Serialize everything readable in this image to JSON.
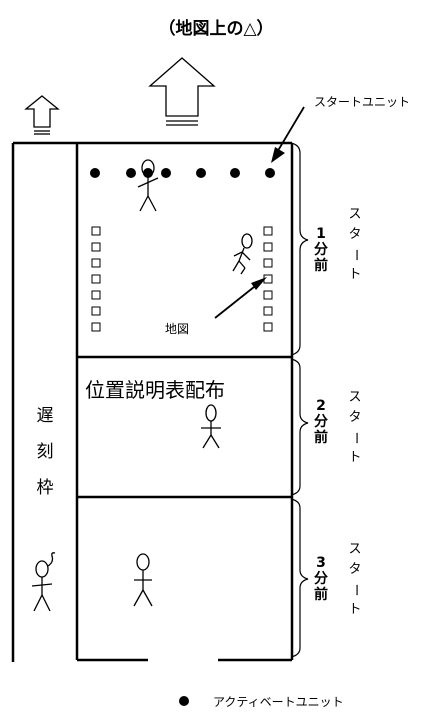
{
  "title": "（地図上の△）",
  "start_unit_label": "スタートユニット",
  "map_label": "地図",
  "position_card_label": "位置説明表配布",
  "late_frame_label": [
    "遅",
    "刻",
    "枠"
  ],
  "zones": [
    {
      "minutes": [
        "1",
        "分",
        "前"
      ],
      "start_text": [
        "ス",
        "タ",
        "ー",
        "ト"
      ]
    },
    {
      "minutes": [
        "2",
        "分",
        "前"
      ],
      "start_text": [
        "ス",
        "タ",
        "ー",
        "ト"
      ]
    },
    {
      "minutes": [
        "3",
        "分",
        "前"
      ],
      "start_text": [
        "ス",
        "タ",
        "ー",
        "ト"
      ]
    }
  ],
  "legend": {
    "label": "アクティベートユニット"
  }
}
